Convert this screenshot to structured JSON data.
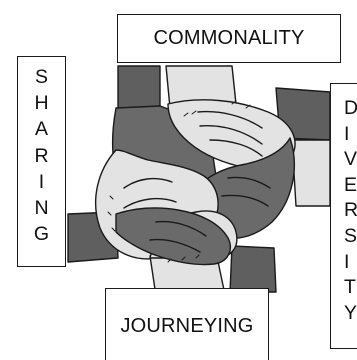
{
  "labels": {
    "top": "COMMONALITY",
    "left": "SHARING",
    "right": "DIVERSITY",
    "bottom": "JOURNEYING"
  },
  "colors": {
    "dark_arm": "#5f5f5f",
    "light_hand": "#e3e3e3",
    "outline": "#1a1a1a"
  },
  "image": {
    "description_icon": "four-interlocked-hands-icon"
  }
}
